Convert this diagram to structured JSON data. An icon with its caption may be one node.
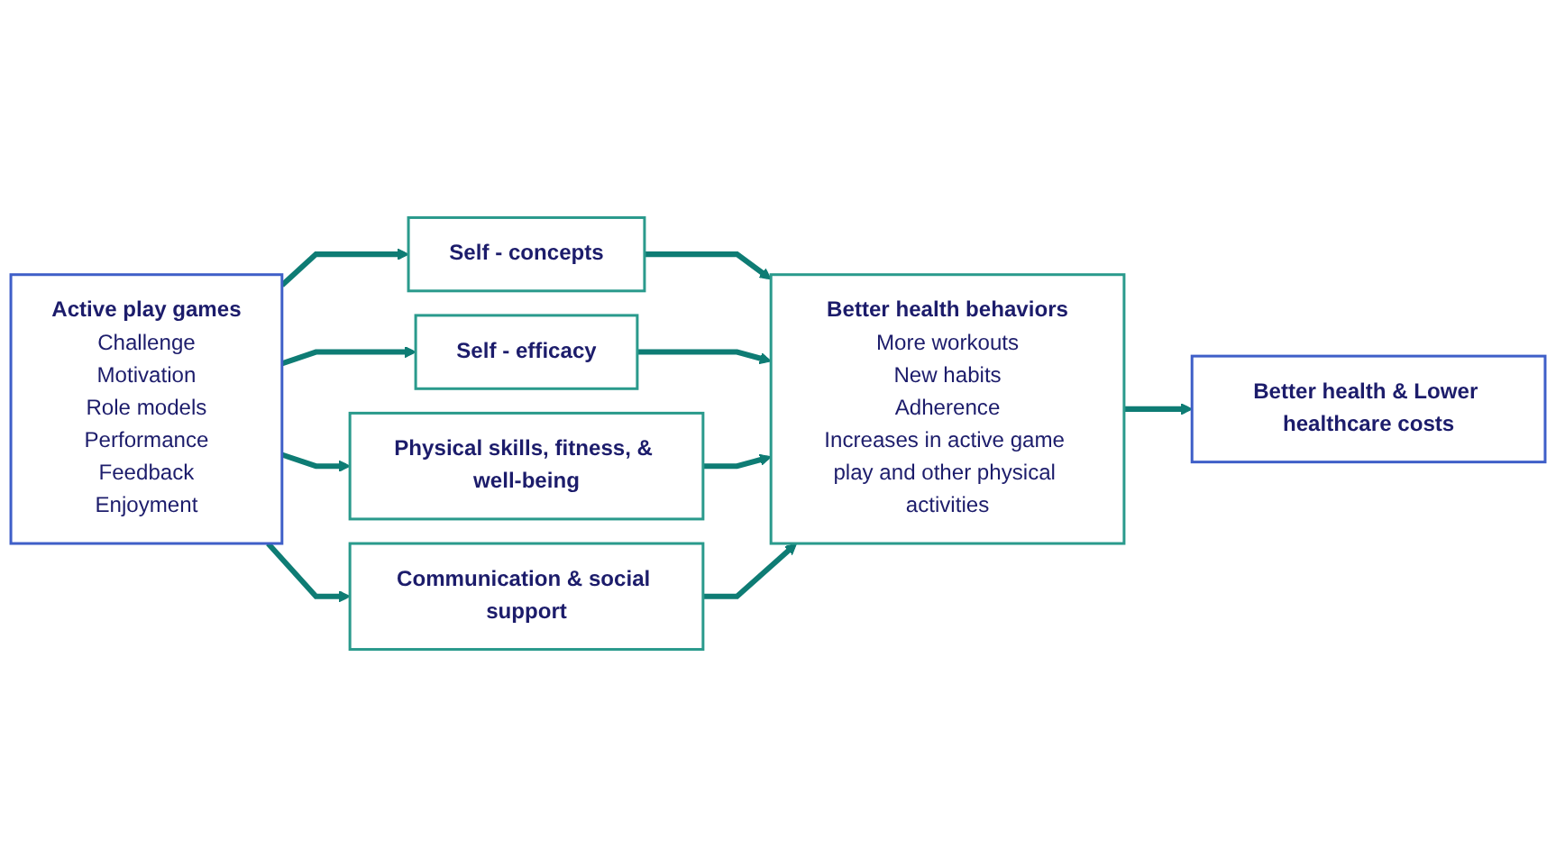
{
  "diagram": {
    "nodes": [
      {
        "text": [
          "Active play games",
          "Challenge",
          "Motivation",
          "Role models",
          "Performance",
          "Feedback",
          "Enjoyment"
        ]
      },
      {
        "text": [
          "Self - concepts"
        ]
      },
      {
        "text": [
          "Self - efficacy"
        ]
      },
      {
        "text": [
          "Physical skills, fitness, & well-being"
        ]
      },
      {
        "text": [
          "Communication & social support"
        ]
      },
      {
        "text": [
          "Better health behaviors",
          "More workouts",
          "New habits",
          "Adherence",
          "Increases in active game play and other physical activities"
        ]
      },
      {
        "text": [
          "Better health & Lower healthcare costs"
        ]
      }
    ],
    "edges": [
      {
        "from": 0,
        "to": 1,
        "arrow": "to"
      },
      {
        "from": 0,
        "to": 2,
        "arrow": "to"
      },
      {
        "from": 0,
        "to": 3,
        "arrow": "to"
      },
      {
        "from": 0,
        "to": 4,
        "arrow": "to"
      },
      {
        "from": 1,
        "to": 5,
        "arrow": "to"
      },
      {
        "from": 2,
        "to": 5,
        "arrow": "to"
      },
      {
        "from": 3,
        "to": 5,
        "arrow": "to"
      },
      {
        "from": 4,
        "to": 5,
        "arrow": "to"
      },
      {
        "from": 5,
        "to": 6,
        "arrow": "to"
      }
    ]
  }
}
